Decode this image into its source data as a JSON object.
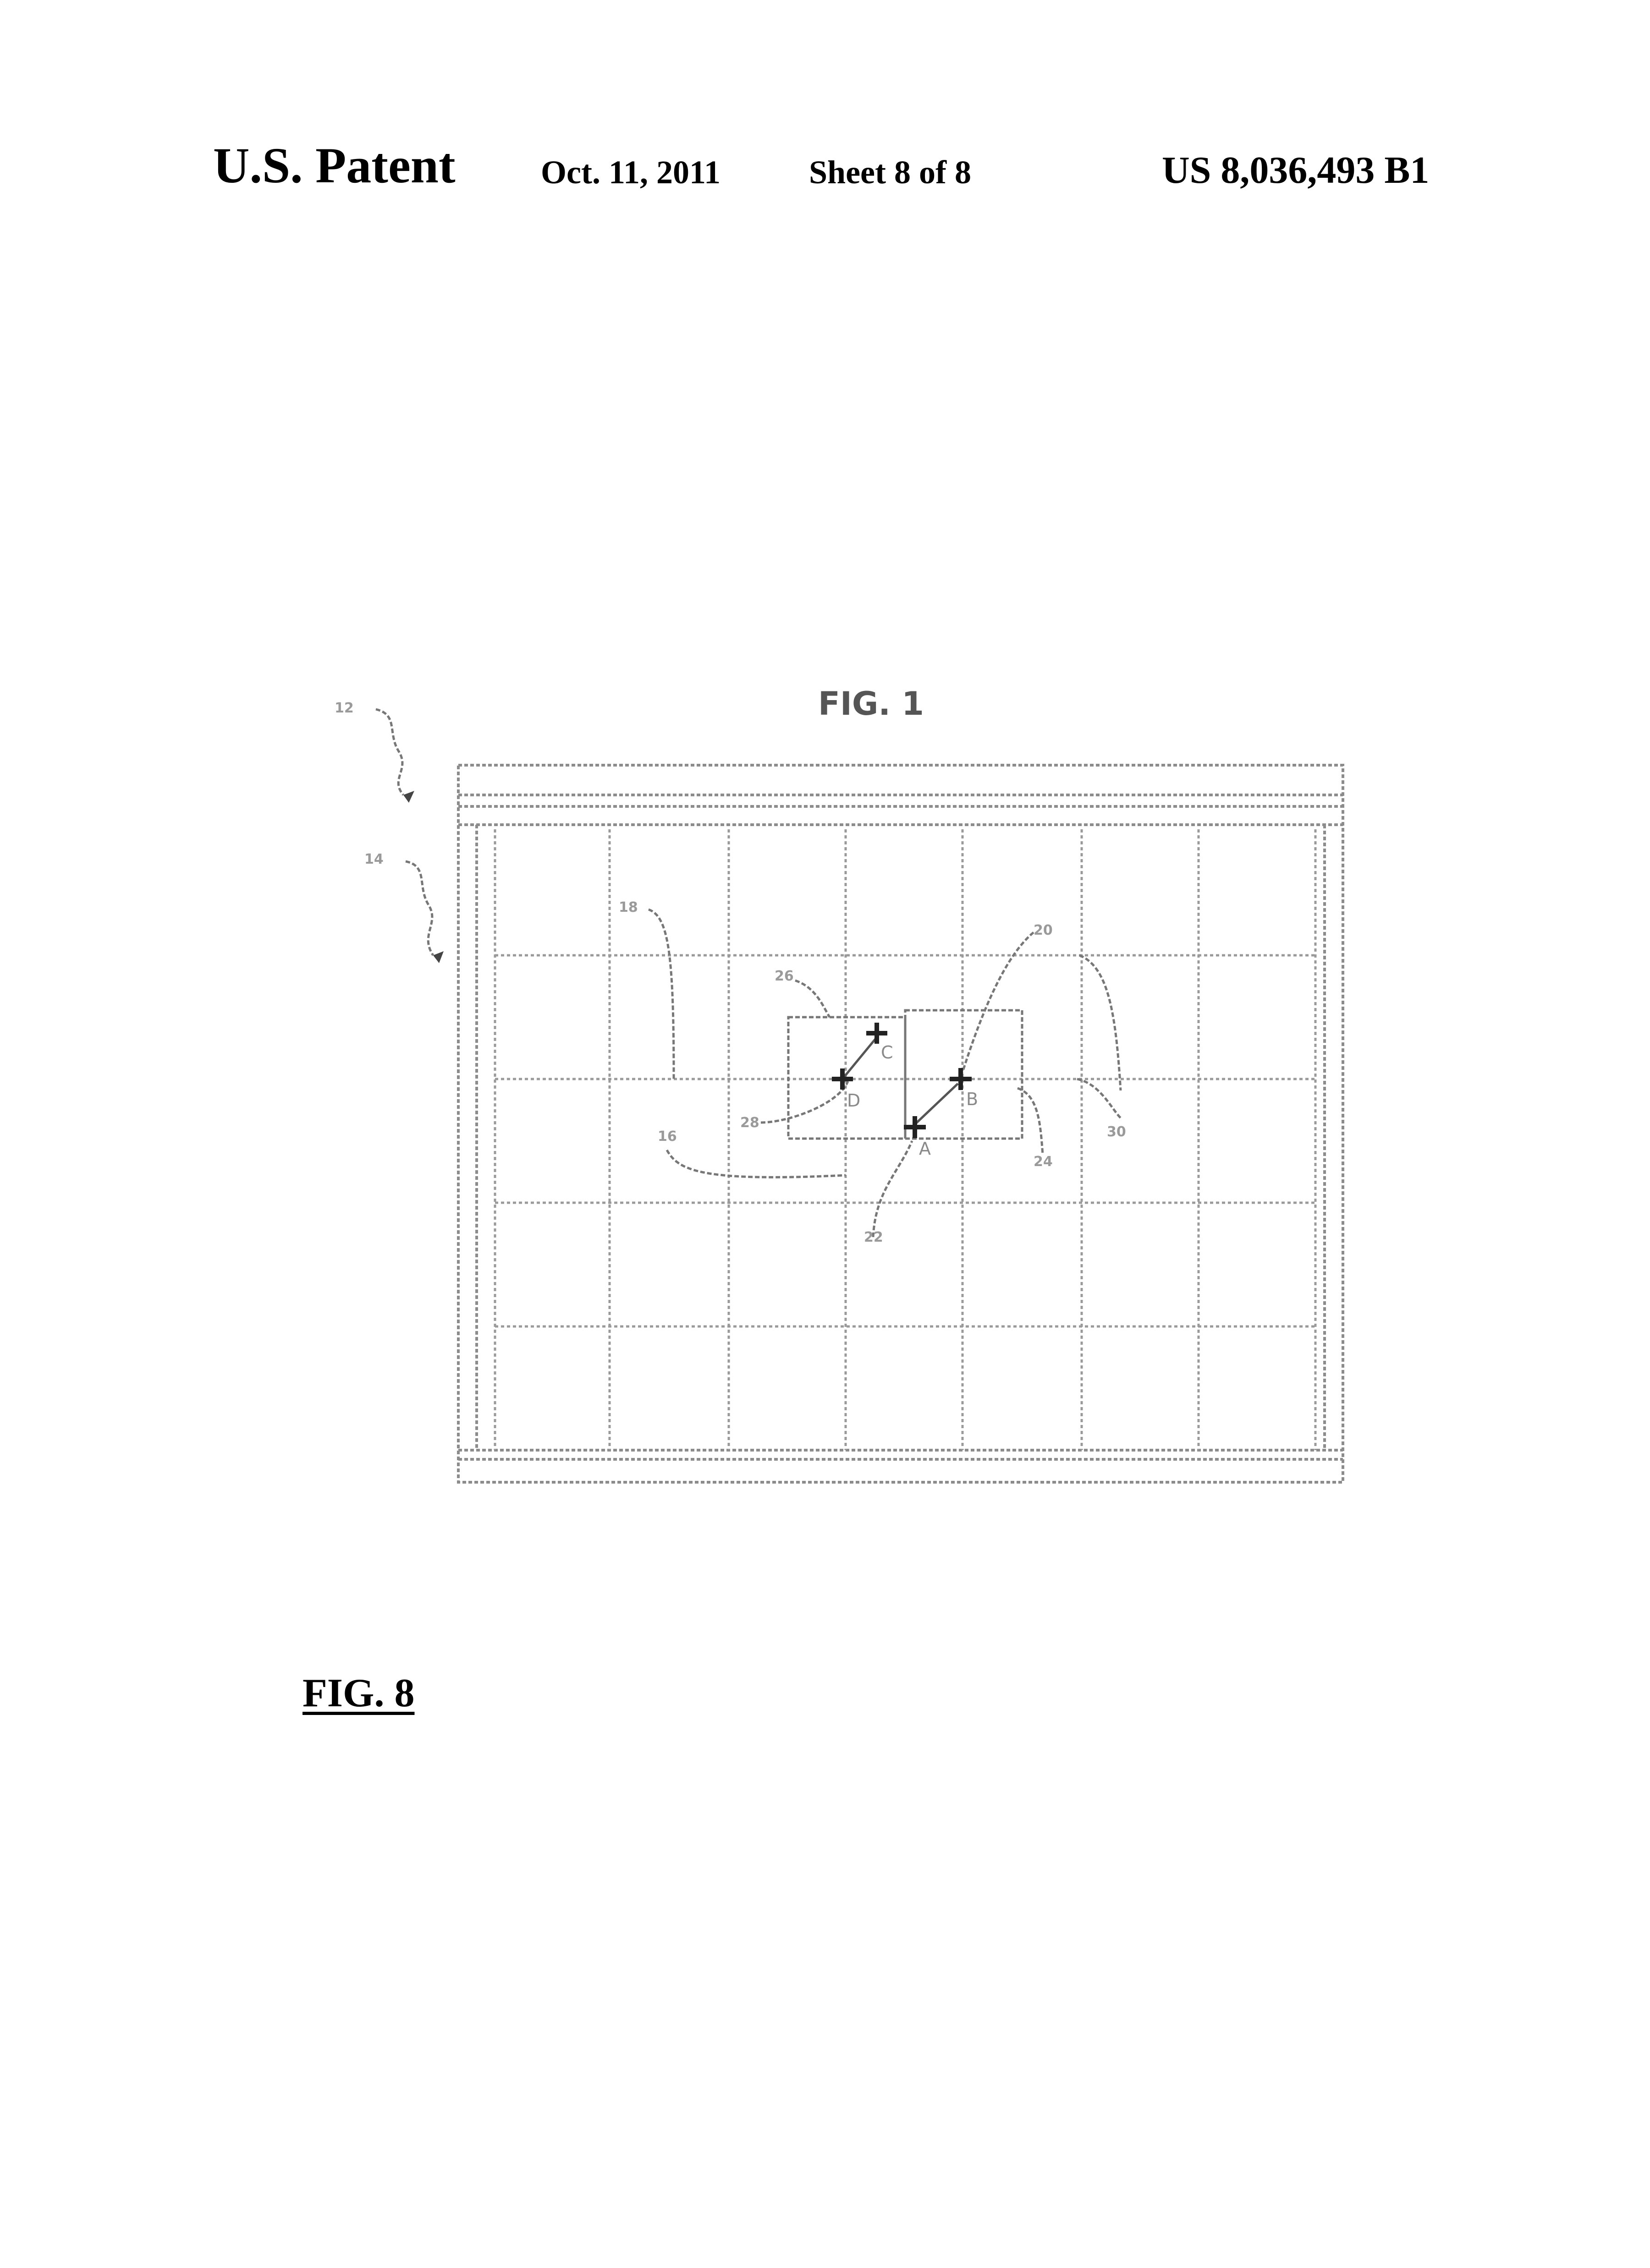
{
  "header": {
    "title": "U.S. Patent",
    "date": "Oct. 11, 2011",
    "sheet": "Sheet 8 of 8",
    "patent_number": "US 8,036,493 B1"
  },
  "figure": {
    "label": "FIG. 8",
    "inner_caption": "FIG. 1",
    "points": [
      "A",
      "B",
      "C",
      "D"
    ],
    "reference_numerals": [
      "12",
      "14",
      "18",
      "16",
      "26",
      "28",
      "20",
      "24",
      "30",
      "22"
    ]
  }
}
